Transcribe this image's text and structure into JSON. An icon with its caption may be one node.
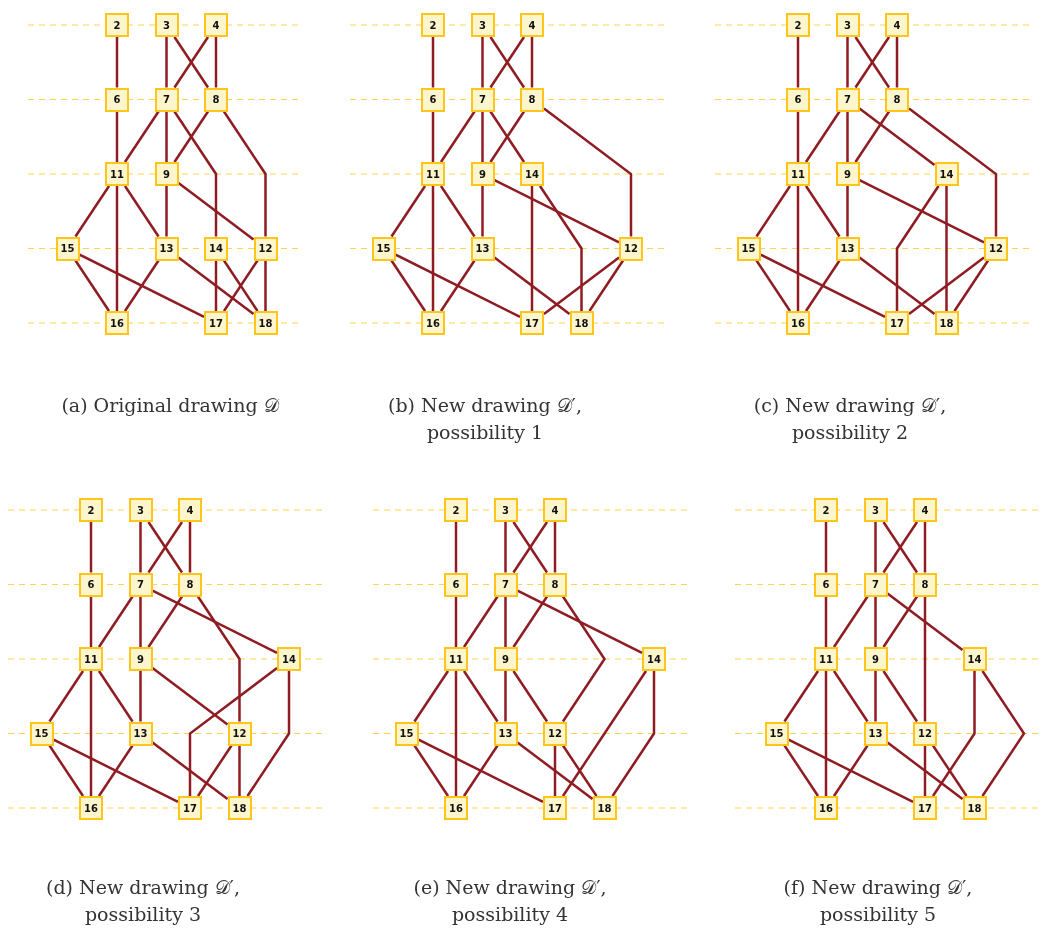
{
  "diagram": {
    "nodes": [
      {
        "text": [
          "2"
        ]
      },
      {
        "text": [
          "3"
        ]
      },
      {
        "text": [
          "4"
        ]
      },
      {
        "text": [
          "6"
        ]
      },
      {
        "text": [
          "7"
        ]
      },
      {
        "text": [
          "8"
        ]
      },
      {
        "text": [
          "11"
        ]
      },
      {
        "text": [
          "9"
        ]
      },
      {
        "text": [
          "15"
        ]
      },
      {
        "text": [
          "13"
        ]
      },
      {
        "text": [
          "14"
        ]
      },
      {
        "text": [
          "12"
        ]
      },
      {
        "text": [
          "16"
        ]
      },
      {
        "text": [
          "17"
        ]
      },
      {
        "text": [
          "18"
        ]
      },
      {
        "text": [
          "2"
        ]
      },
      {
        "text": [
          "3"
        ]
      },
      {
        "text": [
          "4"
        ]
      },
      {
        "text": [
          "6"
        ]
      },
      {
        "text": [
          "7"
        ]
      },
      {
        "text": [
          "8"
        ]
      },
      {
        "text": [
          "11"
        ]
      },
      {
        "text": [
          "9"
        ]
      },
      {
        "text": [
          "14"
        ]
      },
      {
        "text": [
          "15"
        ]
      },
      {
        "text": [
          "13"
        ]
      },
      {
        "text": [
          "12"
        ]
      },
      {
        "text": [
          "16"
        ]
      },
      {
        "text": [
          "17"
        ]
      },
      {
        "text": [
          "18"
        ]
      },
      {
        "text": [
          "2"
        ]
      },
      {
        "text": [
          "3"
        ]
      },
      {
        "text": [
          "4"
        ]
      },
      {
        "text": [
          "6"
        ]
      },
      {
        "text": [
          "7"
        ]
      },
      {
        "text": [
          "8"
        ]
      },
      {
        "text": [
          "11"
        ]
      },
      {
        "text": [
          "9"
        ]
      },
      {
        "text": [
          "14"
        ]
      },
      {
        "text": [
          "15"
        ]
      },
      {
        "text": [
          "13"
        ]
      },
      {
        "text": [
          "12"
        ]
      },
      {
        "text": [
          "16"
        ]
      },
      {
        "text": [
          "17"
        ]
      },
      {
        "text": [
          "18"
        ]
      },
      {
        "text": [
          "2"
        ]
      },
      {
        "text": [
          "3"
        ]
      },
      {
        "text": [
          "4"
        ]
      },
      {
        "text": [
          "6"
        ]
      },
      {
        "text": [
          "7"
        ]
      },
      {
        "text": [
          "8"
        ]
      },
      {
        "text": [
          "11"
        ]
      },
      {
        "text": [
          "9"
        ]
      },
      {
        "text": [
          "14"
        ]
      },
      {
        "text": [
          "15"
        ]
      },
      {
        "text": [
          "13"
        ]
      },
      {
        "text": [
          "12"
        ]
      },
      {
        "text": [
          "16"
        ]
      },
      {
        "text": [
          "17"
        ]
      },
      {
        "text": [
          "18"
        ]
      },
      {
        "text": [
          "2"
        ]
      },
      {
        "text": [
          "3"
        ]
      },
      {
        "text": [
          "4"
        ]
      },
      {
        "text": [
          "6"
        ]
      },
      {
        "text": [
          "7"
        ]
      },
      {
        "text": [
          "8"
        ]
      },
      {
        "text": [
          "11"
        ]
      },
      {
        "text": [
          "9"
        ]
      },
      {
        "text": [
          "14"
        ]
      },
      {
        "text": [
          "15"
        ]
      },
      {
        "text": [
          "13"
        ]
      },
      {
        "text": [
          "12"
        ]
      },
      {
        "text": [
          "16"
        ]
      },
      {
        "text": [
          "17"
        ]
      },
      {
        "text": [
          "18"
        ]
      },
      {
        "text": [
          "2"
        ]
      },
      {
        "text": [
          "3"
        ]
      },
      {
        "text": [
          "4"
        ]
      },
      {
        "text": [
          "6"
        ]
      },
      {
        "text": [
          "7"
        ]
      },
      {
        "text": [
          "8"
        ]
      },
      {
        "text": [
          "11"
        ]
      },
      {
        "text": [
          "9"
        ]
      },
      {
        "text": [
          "14"
        ]
      },
      {
        "text": [
          "15"
        ]
      },
      {
        "text": [
          "13"
        ]
      },
      {
        "text": [
          "12"
        ]
      },
      {
        "text": [
          "16"
        ]
      },
      {
        "text": [
          "17"
        ]
      },
      {
        "text": [
          "18"
        ]
      }
    ],
    "edges": [
      {
        "from": 0,
        "to": 3,
        "arrow": "none"
      },
      {
        "from": 1,
        "to": 4,
        "arrow": "none"
      },
      {
        "from": 1,
        "to": 5,
        "arrow": "none"
      },
      {
        "from": 2,
        "to": 4,
        "arrow": "none"
      },
      {
        "from": 2,
        "to": 5,
        "arrow": "none"
      },
      {
        "from": 3,
        "to": 6,
        "arrow": "none"
      },
      {
        "from": 4,
        "to": 6,
        "arrow": "none"
      },
      {
        "from": 4,
        "to": 7,
        "arrow": "none"
      },
      {
        "from": 4,
        "to": 10,
        "arrow": "none"
      },
      {
        "from": 5,
        "to": 7,
        "arrow": "none"
      },
      {
        "from": 5,
        "to": 11,
        "arrow": "none"
      },
      {
        "from": 6,
        "to": 8,
        "arrow": "none"
      },
      {
        "from": 6,
        "to": 12,
        "arrow": "none"
      },
      {
        "from": 6,
        "to": 9,
        "arrow": "none"
      },
      {
        "from": 7,
        "to": 9,
        "arrow": "none"
      },
      {
        "from": 7,
        "to": 11,
        "arrow": "none"
      },
      {
        "from": 8,
        "to": 12,
        "arrow": "none"
      },
      {
        "from": 8,
        "to": 13,
        "arrow": "none"
      },
      {
        "from": 9,
        "to": 12,
        "arrow": "none"
      },
      {
        "from": 9,
        "to": 14,
        "arrow": "none"
      },
      {
        "from": 10,
        "to": 13,
        "arrow": "none"
      },
      {
        "from": 10,
        "to": 14,
        "arrow": "none"
      },
      {
        "from": 11,
        "to": 13,
        "arrow": "none"
      },
      {
        "from": 11,
        "to": 14,
        "arrow": "none"
      },
      {
        "from": 15,
        "to": 18,
        "arrow": "none"
      },
      {
        "from": 16,
        "to": 19,
        "arrow": "none"
      },
      {
        "from": 16,
        "to": 20,
        "arrow": "none"
      },
      {
        "from": 17,
        "to": 19,
        "arrow": "none"
      },
      {
        "from": 17,
        "to": 20,
        "arrow": "none"
      },
      {
        "from": 18,
        "to": 21,
        "arrow": "none"
      },
      {
        "from": 19,
        "to": 21,
        "arrow": "none"
      },
      {
        "from": 19,
        "to": 22,
        "arrow": "none"
      },
      {
        "from": 19,
        "to": 23,
        "arrow": "none"
      },
      {
        "from": 20,
        "to": 22,
        "arrow": "none"
      },
      {
        "from": 20,
        "to": 26,
        "arrow": "none"
      },
      {
        "from": 21,
        "to": 24,
        "arrow": "none"
      },
      {
        "from": 21,
        "to": 27,
        "arrow": "none"
      },
      {
        "from": 21,
        "to": 25,
        "arrow": "none"
      },
      {
        "from": 22,
        "to": 25,
        "arrow": "none"
      },
      {
        "from": 22,
        "to": 26,
        "arrow": "none"
      },
      {
        "from": 24,
        "to": 27,
        "arrow": "none"
      },
      {
        "from": 24,
        "to": 28,
        "arrow": "none"
      },
      {
        "from": 25,
        "to": 27,
        "arrow": "none"
      },
      {
        "from": 25,
        "to": 29,
        "arrow": "none"
      },
      {
        "from": 23,
        "to": 28,
        "arrow": "none"
      },
      {
        "from": 23,
        "to": 29,
        "arrow": "none"
      },
      {
        "from": 26,
        "to": 28,
        "arrow": "none"
      },
      {
        "from": 26,
        "to": 29,
        "arrow": "none"
      },
      {
        "from": 30,
        "to": 33,
        "arrow": "none"
      },
      {
        "from": 31,
        "to": 34,
        "arrow": "none"
      },
      {
        "from": 31,
        "to": 35,
        "arrow": "none"
      },
      {
        "from": 32,
        "to": 34,
        "arrow": "none"
      },
      {
        "from": 32,
        "to": 35,
        "arrow": "none"
      },
      {
        "from": 33,
        "to": 36,
        "arrow": "none"
      },
      {
        "from": 34,
        "to": 36,
        "arrow": "none"
      },
      {
        "from": 34,
        "to": 37,
        "arrow": "none"
      },
      {
        "from": 34,
        "to": 38,
        "arrow": "none"
      },
      {
        "from": 35,
        "to": 37,
        "arrow": "none"
      },
      {
        "from": 35,
        "to": 41,
        "arrow": "none"
      },
      {
        "from": 36,
        "to": 39,
        "arrow": "none"
      },
      {
        "from": 36,
        "to": 42,
        "arrow": "none"
      },
      {
        "from": 36,
        "to": 40,
        "arrow": "none"
      },
      {
        "from": 37,
        "to": 40,
        "arrow": "none"
      },
      {
        "from": 37,
        "to": 41,
        "arrow": "none"
      },
      {
        "from": 39,
        "to": 42,
        "arrow": "none"
      },
      {
        "from": 39,
        "to": 43,
        "arrow": "none"
      },
      {
        "from": 40,
        "to": 42,
        "arrow": "none"
      },
      {
        "from": 40,
        "to": 44,
        "arrow": "none"
      },
      {
        "from": 38,
        "to": 43,
        "arrow": "none"
      },
      {
        "from": 38,
        "to": 44,
        "arrow": "none"
      },
      {
        "from": 41,
        "to": 43,
        "arrow": "none"
      },
      {
        "from": 41,
        "to": 44,
        "arrow": "none"
      },
      {
        "from": 45,
        "to": 48,
        "arrow": "none"
      },
      {
        "from": 46,
        "to": 49,
        "arrow": "none"
      },
      {
        "from": 46,
        "to": 50,
        "arrow": "none"
      },
      {
        "from": 47,
        "to": 49,
        "arrow": "none"
      },
      {
        "from": 47,
        "to": 50,
        "arrow": "none"
      },
      {
        "from": 48,
        "to": 51,
        "arrow": "none"
      },
      {
        "from": 49,
        "to": 51,
        "arrow": "none"
      },
      {
        "from": 49,
        "to": 52,
        "arrow": "none"
      },
      {
        "from": 49,
        "to": 53,
        "arrow": "none"
      },
      {
        "from": 50,
        "to": 52,
        "arrow": "none"
      },
      {
        "from": 50,
        "to": 56,
        "arrow": "none"
      },
      {
        "from": 51,
        "to": 54,
        "arrow": "none"
      },
      {
        "from": 51,
        "to": 57,
        "arrow": "none"
      },
      {
        "from": 51,
        "to": 55,
        "arrow": "none"
      },
      {
        "from": 52,
        "to": 55,
        "arrow": "none"
      },
      {
        "from": 52,
        "to": 56,
        "arrow": "none"
      },
      {
        "from": 54,
        "to": 57,
        "arrow": "none"
      },
      {
        "from": 54,
        "to": 58,
        "arrow": "none"
      },
      {
        "from": 55,
        "to": 57,
        "arrow": "none"
      },
      {
        "from": 55,
        "to": 59,
        "arrow": "none"
      },
      {
        "from": 53,
        "to": 58,
        "arrow": "none"
      },
      {
        "from": 53,
        "to": 59,
        "arrow": "none"
      },
      {
        "from": 56,
        "to": 58,
        "arrow": "none"
      },
      {
        "from": 56,
        "to": 59,
        "arrow": "none"
      },
      {
        "from": 60,
        "to": 63,
        "arrow": "none"
      },
      {
        "from": 61,
        "to": 64,
        "arrow": "none"
      },
      {
        "from": 61,
        "to": 65,
        "arrow": "none"
      },
      {
        "from": 62,
        "to": 64,
        "arrow": "none"
      },
      {
        "from": 62,
        "to": 65,
        "arrow": "none"
      },
      {
        "from": 63,
        "to": 66,
        "arrow": "none"
      },
      {
        "from": 64,
        "to": 66,
        "arrow": "none"
      },
      {
        "from": 64,
        "to": 67,
        "arrow": "none"
      },
      {
        "from": 64,
        "to": 68,
        "arrow": "none"
      },
      {
        "from": 65,
        "to": 67,
        "arrow": "none"
      },
      {
        "from": 65,
        "to": 71,
        "arrow": "none"
      },
      {
        "from": 66,
        "to": 69,
        "arrow": "none"
      },
      {
        "from": 66,
        "to": 72,
        "arrow": "none"
      },
      {
        "from": 66,
        "to": 70,
        "arrow": "none"
      },
      {
        "from": 67,
        "to": 70,
        "arrow": "none"
      },
      {
        "from": 67,
        "to": 71,
        "arrow": "none"
      },
      {
        "from": 69,
        "to": 72,
        "arrow": "none"
      },
      {
        "from": 69,
        "to": 73,
        "arrow": "none"
      },
      {
        "from": 70,
        "to": 72,
        "arrow": "none"
      },
      {
        "from": 70,
        "to": 74,
        "arrow": "none"
      },
      {
        "from": 68,
        "to": 73,
        "arrow": "none"
      },
      {
        "from": 68,
        "to": 74,
        "arrow": "none"
      },
      {
        "from": 71,
        "to": 73,
        "arrow": "none"
      },
      {
        "from": 71,
        "to": 74,
        "arrow": "none"
      },
      {
        "from": 75,
        "to": 78,
        "arrow": "none"
      },
      {
        "from": 76,
        "to": 79,
        "arrow": "none"
      },
      {
        "from": 76,
        "to": 80,
        "arrow": "none"
      },
      {
        "from": 77,
        "to": 79,
        "arrow": "none"
      },
      {
        "from": 77,
        "to": 80,
        "arrow": "none"
      },
      {
        "from": 78,
        "to": 81,
        "arrow": "none"
      },
      {
        "from": 79,
        "to": 81,
        "arrow": "none"
      },
      {
        "from": 79,
        "to": 82,
        "arrow": "none"
      },
      {
        "from": 79,
        "to": 83,
        "arrow": "none"
      },
      {
        "from": 80,
        "to": 82,
        "arrow": "none"
      },
      {
        "from": 80,
        "to": 86,
        "arrow": "none"
      },
      {
        "from": 81,
        "to": 84,
        "arrow": "none"
      },
      {
        "from": 81,
        "to": 87,
        "arrow": "none"
      },
      {
        "from": 81,
        "to": 85,
        "arrow": "none"
      },
      {
        "from": 82,
        "to": 85,
        "arrow": "none"
      },
      {
        "from": 82,
        "to": 86,
        "arrow": "none"
      },
      {
        "from": 84,
        "to": 87,
        "arrow": "none"
      },
      {
        "from": 84,
        "to": 88,
        "arrow": "none"
      },
      {
        "from": 85,
        "to": 87,
        "arrow": "none"
      },
      {
        "from": 85,
        "to": 89,
        "arrow": "none"
      },
      {
        "from": 83,
        "to": 88,
        "arrow": "none"
      },
      {
        "from": 83,
        "to": 89,
        "arrow": "none"
      },
      {
        "from": 86,
        "to": 88,
        "arrow": "none"
      },
      {
        "from": 86,
        "to": 89,
        "arrow": "none"
      }
    ],
    "labels": [
      "(a) Original drawing 𝒟",
      "(b) New drawing 𝒟′, possibility 1",
      "(c) New drawing 𝒟′, possibility 2",
      "(d) New drawing 𝒟′, possibility 3",
      "(e) New drawing 𝒟′, possibility 4",
      "(f) New drawing 𝒟′, possibility 5"
    ]
  }
}
